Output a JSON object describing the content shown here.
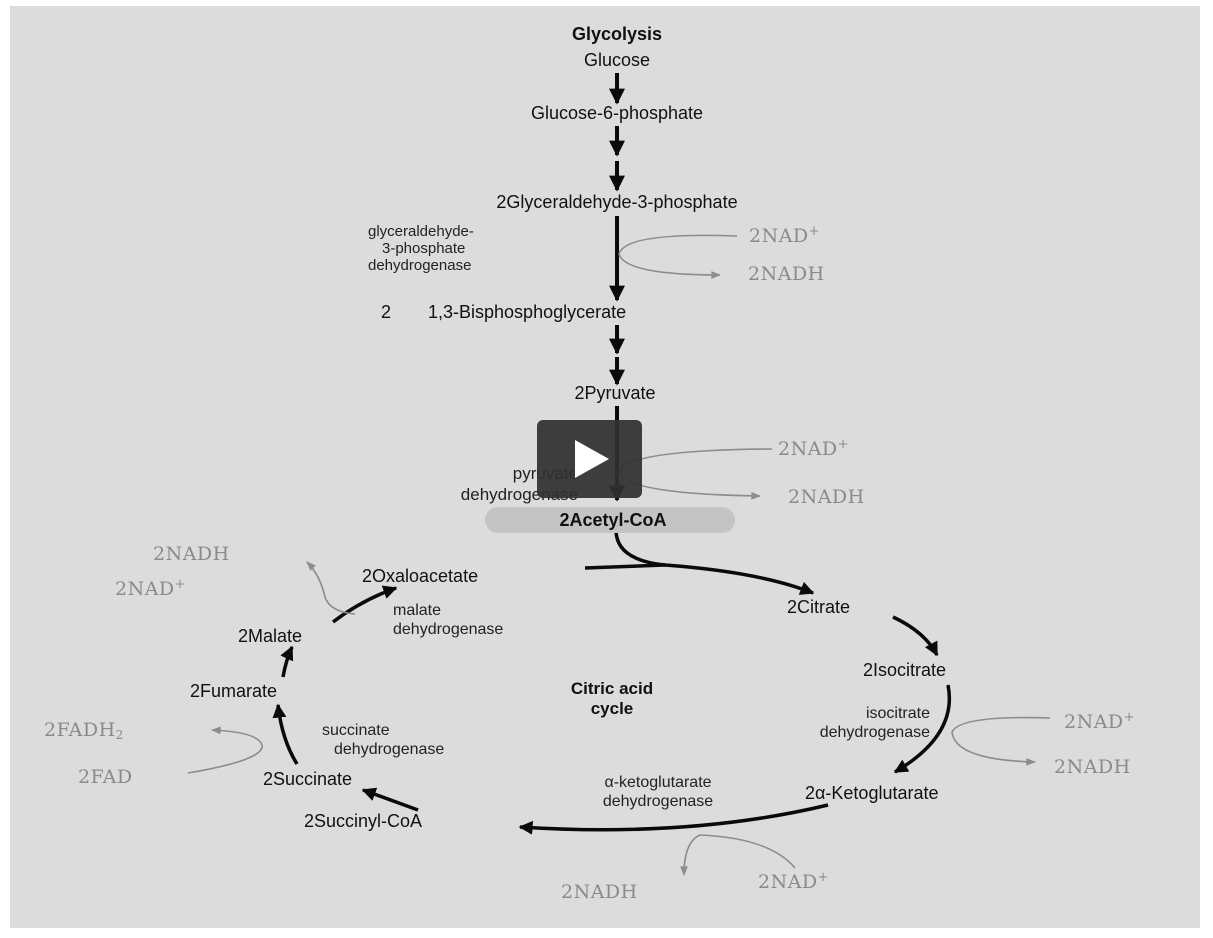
{
  "glycolysis": {
    "title": "Glycolysis",
    "glucose": "Glucose",
    "g6p": "Glucose-6-phosphate",
    "g3p": "2Glyceraldehyde-3-phosphate",
    "g3p_enzyme": [
      "glyceraldehyde-",
      "3-phosphate",
      "dehydrogenase"
    ],
    "g3p_nad": "2NAD",
    "g3p_nadh": "2NADH",
    "bpg_prefix": "2",
    "bpg": "1,3-Bisphosphoglycerate",
    "pyruvate": "2Pyruvate"
  },
  "link": {
    "enzyme": [
      "pyruvate",
      "dehydrogenase"
    ],
    "nad": "2NAD",
    "nadh": "2NADH",
    "acetyl_coa": "2Acetyl-CoA"
  },
  "cycle": {
    "title_line1": "Citric acid",
    "title_line2": "cycle",
    "oxaloacetate": "2Oxaloacetate",
    "citrate": "2Citrate",
    "isocitrate": "2Isocitrate",
    "alpha_kg": "2α-Ketoglutarate",
    "succinyl_coa": "2Succinyl-CoA",
    "succinate": "2Succinate",
    "fumarate": "2Fumarate",
    "malate": "2Malate",
    "malate_enzyme": [
      "malate",
      "dehydrogenase"
    ],
    "malate_nad": "2NAD",
    "malate_nadh": "2NADH",
    "succinate_enzyme": [
      "succinate",
      "dehydrogenase"
    ],
    "succinate_fad": "2FAD",
    "succinate_fadh_base": "2FADH",
    "succinate_fadh_sub": "2",
    "isocitrate_enzyme": [
      "isocitrate",
      "dehydrogenase"
    ],
    "isocitrate_nad": "2NAD",
    "isocitrate_nadh": "2NADH",
    "akg_enzyme": [
      "α-ketoglutarate",
      "dehydrogenase"
    ],
    "akg_nad": "2NAD",
    "akg_nadh": "2NADH",
    "plus": "+"
  },
  "player": {
    "play_icon": "play-icon"
  },
  "colors": {
    "background": "#dcdcdc",
    "text": "#111111",
    "cofactor": "#8a8a8a",
    "arrow_dark": "#0a0a0a",
    "arrow_light": "#8c8c8c",
    "player": "#303030"
  }
}
